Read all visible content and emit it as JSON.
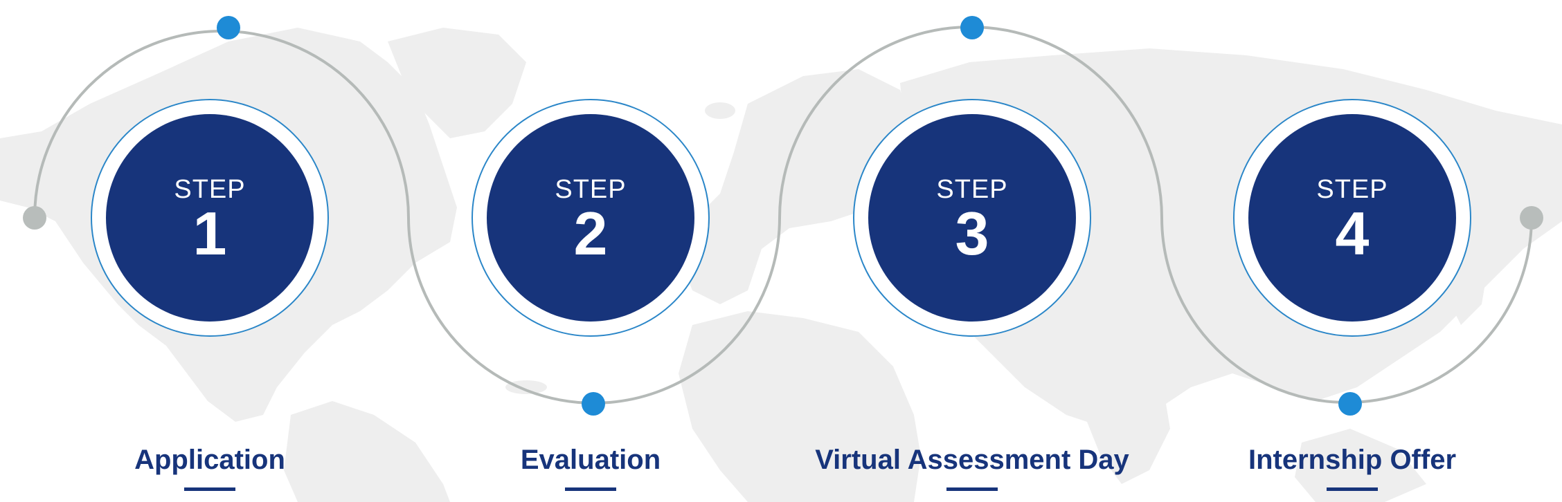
{
  "colors": {
    "navy": "#17347b",
    "accent_blue": "#1e8bd6",
    "ring_blue": "#2a86c8",
    "path_gray": "#b5bab8",
    "end_gray": "#b8bdbb",
    "map_gray": "#eeeeee"
  },
  "background": {
    "icon": "world-map-icon"
  },
  "steps": [
    {
      "step_word": "STEP",
      "number": "1",
      "title": "Application"
    },
    {
      "step_word": "STEP",
      "number": "2",
      "title": "Evaluation"
    },
    {
      "step_word": "STEP",
      "number": "3",
      "title": "Virtual Assessment Day"
    },
    {
      "step_word": "STEP",
      "number": "4",
      "title": "Internship Offer"
    }
  ]
}
